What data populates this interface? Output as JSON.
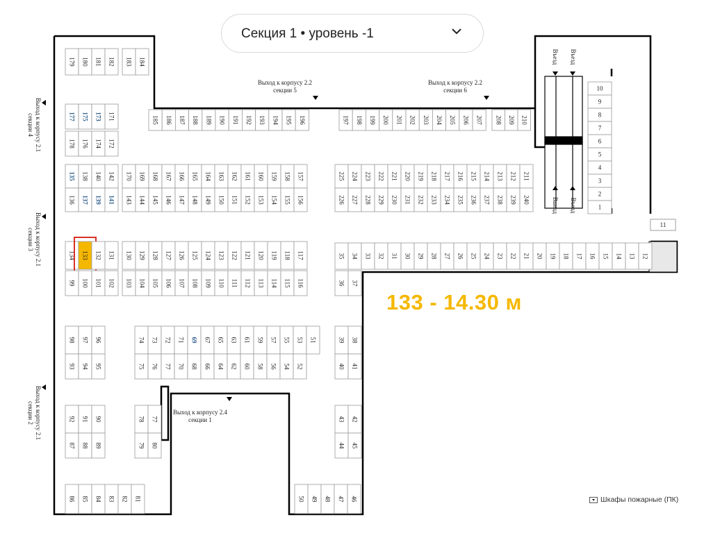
{
  "header": {
    "section_selector": "Секция 1 • уровень -1"
  },
  "highlight": {
    "spot": "133",
    "label": "133 - 14.30 м",
    "color": "#f5b800"
  },
  "legend": {
    "fire_cabinets": "Шкафы пожарные (ПК)"
  },
  "exits": {
    "e1": [
      "Выход к корпусу 2.2",
      "секции 5"
    ],
    "e2": [
      "Выход к корпусу 2.2",
      "секции 6"
    ],
    "e3": [
      "Выход к корпусу 2.4",
      "секции 1"
    ],
    "w1": [
      "Выход к корпусу 2.1",
      "секции 4"
    ],
    "w2": [
      "Выход к корпусу 2.1",
      "секции 3"
    ],
    "w3": [
      "Выход к корпусу 2.1",
      "секции 2"
    ],
    "ramp_top_1": "Въезд",
    "ramp_top_2": "Въезд",
    "ramp_bot_1": "Выезд",
    "ramp_bot_2": "Въезд"
  },
  "spots": [
    "1",
    "2",
    "3",
    "4",
    "5",
    "6",
    "7",
    "8",
    "9",
    "10",
    "11",
    "12",
    "13",
    "14",
    "15",
    "16",
    "17",
    "18",
    "19",
    "20",
    "21",
    "22",
    "23",
    "24",
    "25",
    "26",
    "27",
    "28",
    "29",
    "30",
    "31",
    "32",
    "33",
    "34",
    "35",
    "36",
    "37",
    "38",
    "39",
    "40",
    "41",
    "42",
    "43",
    "44",
    "45",
    "46",
    "47",
    "48",
    "49",
    "50",
    "51",
    "52",
    "53",
    "54",
    "55",
    "56",
    "57",
    "58",
    "59",
    "60",
    "61",
    "62",
    "63",
    "64",
    "65",
    "66",
    "67",
    "68",
    "69",
    "70",
    "71",
    "72",
    "73",
    "74",
    "75",
    "76",
    "77",
    "78",
    "79",
    "80",
    "81",
    "82",
    "83",
    "84",
    "85",
    "86",
    "87",
    "88",
    "89",
    "90",
    "91",
    "92",
    "93",
    "94",
    "95",
    "96",
    "97",
    "98",
    "99",
    "100",
    "101",
    "102",
    "103",
    "104",
    "105",
    "106",
    "107",
    "108",
    "109",
    "110",
    "111",
    "112",
    "113",
    "114",
    "115",
    "116",
    "117",
    "118",
    "119",
    "120",
    "121",
    "122",
    "123",
    "124",
    "125",
    "126",
    "127",
    "128",
    "129",
    "130",
    "131",
    "132",
    "133",
    "134",
    "135",
    "136",
    "137",
    "138",
    "139",
    "140",
    "141",
    "142",
    "143",
    "144",
    "145",
    "146",
    "147",
    "148",
    "149",
    "150",
    "151",
    "152",
    "153",
    "154",
    "155",
    "156",
    "157",
    "158",
    "159",
    "160",
    "161",
    "162",
    "163",
    "164",
    "165",
    "166",
    "167",
    "168",
    "169",
    "170",
    "171",
    "172",
    "173",
    "174",
    "175",
    "176",
    "177",
    "178",
    "179",
    "180",
    "181",
    "182",
    "183",
    "184",
    "185",
    "186",
    "187",
    "188",
    "189",
    "190",
    "191",
    "192",
    "193",
    "194",
    "195",
    "196",
    "197",
    "198",
    "199",
    "200",
    "201",
    "202",
    "203",
    "204",
    "205",
    "206",
    "207",
    "208",
    "209",
    "210",
    "211",
    "212",
    "213",
    "214",
    "215",
    "216",
    "217",
    "218",
    "219",
    "220",
    "221",
    "222",
    "223",
    "224",
    "225",
    "226",
    "227",
    "228",
    "229",
    "230",
    "231",
    "232",
    "233",
    "234",
    "235",
    "236",
    "237",
    "238",
    "239",
    "240"
  ],
  "colors": {
    "wall": "#000000",
    "line": "#9a9a9a",
    "text": "#222222",
    "accent": "#f5b800",
    "highlight_border": "#d93025",
    "blue_spot": "#2f5d8a"
  }
}
